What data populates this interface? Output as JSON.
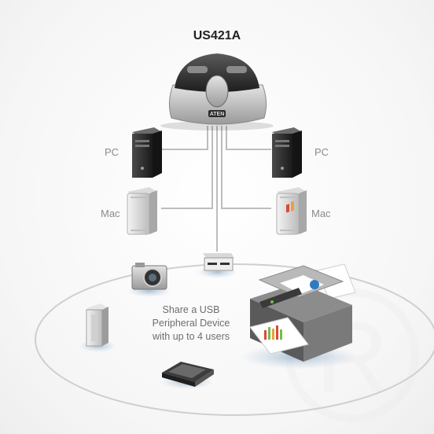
{
  "device": {
    "model": "US421A",
    "logo_text": "ATEN"
  },
  "computers": {
    "left_pc_label": "PC",
    "right_pc_label": "PC",
    "left_mac_label": "Mac",
    "right_mac_label": "Mac"
  },
  "caption": {
    "line1": "Share a USB",
    "line2": "Peripheral Device",
    "line3": "with up to 4 users"
  },
  "icons": [
    "usb-switch-icon",
    "pc-tower-icon",
    "mac-tower-icon",
    "camera-icon",
    "card-reader-icon",
    "external-drive-icon",
    "scanner-icon",
    "printer-icon",
    "watermark-r-icon"
  ],
  "colors": {
    "cable": "#bdbdbd",
    "ring": "#cfcfcf",
    "device_dark": "#3a3a3a",
    "device_silver": "#c8c8c8"
  }
}
